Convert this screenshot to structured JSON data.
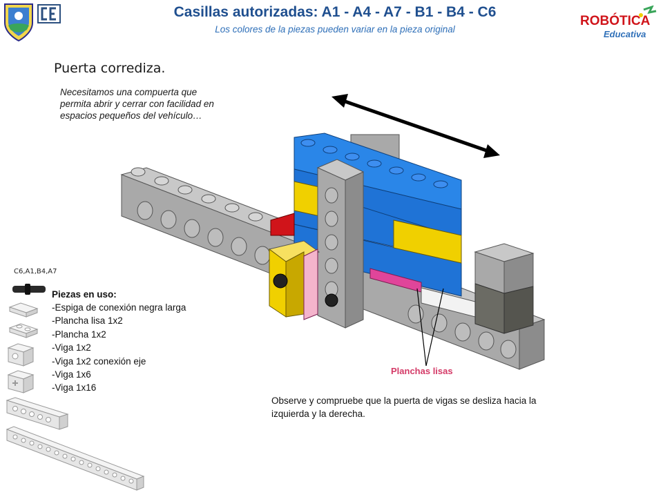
{
  "header": {
    "title": "Casillas autorizadas: A1 - A4 - A7 - B1 - B4 - C6",
    "subtitle": "Los colores de la piezas pueden variar en la pieza original",
    "logo_text": "ROBÓTICA Educativa"
  },
  "section_title": "Puerta corrediza.",
  "intro_text": "Necesitamos una compuerta que permita abrir y cerrar con facilidad en espacios pequeños del vehículo…",
  "piece_code": "C6,A1,B4,A7",
  "pieces": {
    "title": "Piezas en uso:",
    "items": [
      "-Espiga de conexión negra larga",
      "-Plancha lisa 1x2",
      "-Plancha 1x2",
      "-Viga 1x2",
      "-Viga 1x2 conexión eje",
      "-Viga 1x6",
      "-Viga 1x16"
    ]
  },
  "callout_label": "Planchas lisas",
  "observation": "Observe y compruebe que la puerta de vigas se desliza hacia la izquierda y la derecha.",
  "colors": {
    "title": "#1f4f8f",
    "subtitle": "#2e6fb8",
    "callout": "#d43a67",
    "lego_blue": "#1f73d6",
    "lego_yellow": "#f0d000",
    "lego_gray": "#a9a9a9",
    "lego_dark": "#55554f",
    "lego_red": "#d0141a",
    "lego_pink": "#e0459a"
  }
}
